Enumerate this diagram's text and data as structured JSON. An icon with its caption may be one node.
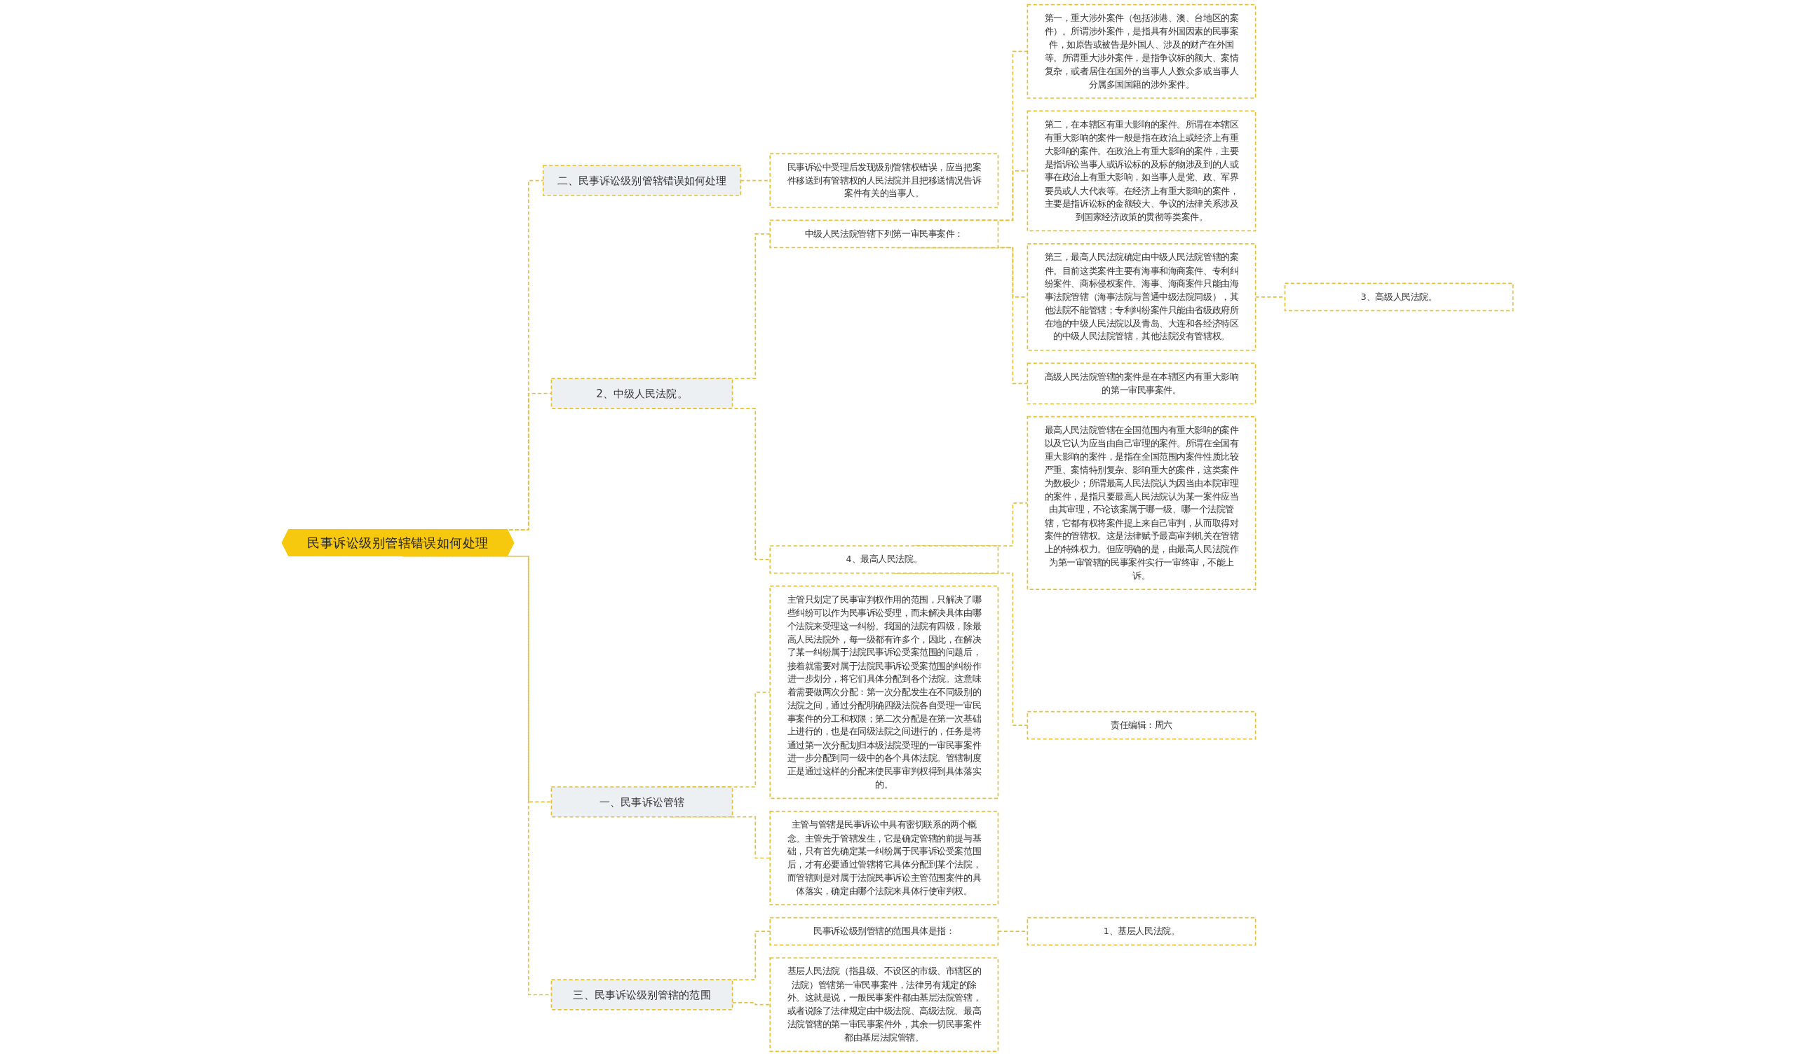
{
  "diagram": {
    "nodes": [
      {
        "text": [
          "民事诉讼级别管辖错误如何处理"
        ]
      },
      {
        "text": [
          "二、民事诉讼级别管辖错误如何处理"
        ]
      },
      {
        "text": [
          "民事诉讼中受理后发现级别管辖权错误，应当把案件移送到有管辖权的人民法院并且把移送情况告诉案件有关的当事人。"
        ]
      },
      {
        "text": [
          "2、中级人民法院。"
        ]
      },
      {
        "text": [
          "中级人民法院管辖下列第一审民事案件："
        ]
      },
      {
        "text": [
          "第一，重大涉外案件（包括涉港、澳、台地区的案件）。所谓涉外案件，是指具有外国因素的民事案件，如原告或被告是外国人、涉及的财产在外国等。所谓重大涉外案件，是指争议标的额大、案情复杂，或者居住在国外的当事人人数众多或当事人分属多国国籍的涉外案件。"
        ]
      },
      {
        "text": [
          "第二，在本辖区有重大影响的案件。所谓在本辖区有重大影响的案件一般是指在政治上或经济上有重大影响的案件。在政治上有重大影响的案件，主要是指诉讼当事人或诉讼标的及标的物涉及到的人或事在政治上有重大影响，如当事人是党、政、军界要员或人大代表等。在经济上有重大影响的案件，主要是指诉讼标的金额较大、争议的法律关系涉及到国家经济政策的贯彻等类案件。"
        ]
      },
      {
        "text": [
          "第三，最高人民法院确定由中级人民法院管辖的案件。目前这类案件主要有海事和海商案件、专利纠纷案件、商标侵权案件。海事、海商案件只能由海事法院管辖（海事法院与普通中级法院同级），其他法院不能管辖；专利纠纷案件只能由省级政府所在地的中级人民法院以及青岛、大连和各经济特区的中级人民法院管辖，其他法院没有管辖权。"
        ]
      },
      {
        "text": [
          "3、高级人民法院。"
        ]
      },
      {
        "text": [
          "高级人民法院管辖的案件是在本辖区内有重大影响的第一审民事案件。"
        ]
      },
      {
        "text": [
          "4、最高人民法院。"
        ]
      },
      {
        "text": [
          "最高人民法院管辖在全国范围内有重大影响的案件以及它认为应当由自己审理的案件。所谓在全国有重大影响的案件，是指在全国范围内案件性质比较严重、案情特别复杂、影响重大的案件，这类案件为数极少；所谓最高人民法院认为因当由本院审理的案件，是指只要最高人民法院认为某一案件应当由其审理，不论该案属于哪一级、哪一个法院管辖，它都有权将案件提上来自己审判，从而取得对案件的管辖权。这是法律赋予最高审判机关在管辖上的特殊权力。但应明确的是，由最高人民法院作为第一审管辖的民事案件实行一审终审，不能上诉。"
        ]
      },
      {
        "text": [
          "责任编辑：周六"
        ]
      },
      {
        "text": [
          "一、民事诉讼管辖"
        ]
      },
      {
        "text": [
          "主管只划定了民事审判权作用的范围，只解决了哪些纠纷可以作为民事诉讼受理，而未解决具体由哪个法院来受理这一纠纷。我国的法院有四级，除最高人民法院外，每一级都有许多个，因此，在解决了某一纠纷属于法院民事诉讼受案范围的问题后，接着就需要对属于法院民事诉讼受案范围的纠纷作进一步划分，将它们具体分配到各个法院。这意味着需要做两次分配：第一次分配发生在不同级别的法院之间，通过分配明确四级法院各自受理一审民事案件的分工和权限；第二次分配是在第一次基础上进行的，也是在同级法院之间进行的，任务是将通过第一次分配划归本级法院受理的一审民事案件进一步分配到同一级中的各个具体法院。管辖制度正是通过这样的分配来使民事审判权得到具体落实的。"
        ]
      },
      {
        "text": [
          "主管与管辖是民事诉讼中具有密切联系的两个概念。主管先于管辖发生，它是确定管辖的前提与基础，只有首先确定某一纠纷属于民事诉讼受案范围后，才有必要通过管辖将它具体分配到某个法院，而管辖则是对属于法院民事诉讼主管范围案件的具体落实，确定由哪个法院来具体行使审判权。"
        ]
      },
      {
        "text": [
          "三、民事诉讼级别管辖的范围"
        ]
      },
      {
        "text": [
          "民事诉讼级别管辖的范围具体是指："
        ]
      },
      {
        "text": [
          "1、基层人民法院。"
        ]
      },
      {
        "text": [
          "基层人民法院（指县级、不设区的市级、市辖区的法院）管辖第一审民事案件，法律另有规定的除外。这就是说，一般民事案件都由基层法院管辖，或者说除了法律规定由中级法院、高级法院、最高法院管辖的第一审民事案件外，其余一切民事案件都由基层法院管辖。"
        ]
      }
    ],
    "edges": [
      {
        "from": 0,
        "to": 1,
        "arrow": "none",
        "style": "dashed"
      },
      {
        "from": 1,
        "to": 2,
        "arrow": "none",
        "style": "dashed"
      },
      {
        "from": 0,
        "to": 3,
        "arrow": "none",
        "style": "dashed"
      },
      {
        "from": 3,
        "to": 4,
        "arrow": "none",
        "style": "dashed"
      },
      {
        "from": 4,
        "to": 5,
        "arrow": "none",
        "style": "dashed"
      },
      {
        "from": 4,
        "to": 6,
        "arrow": "none",
        "style": "dashed"
      },
      {
        "from": 4,
        "to": 7,
        "arrow": "none",
        "style": "dashed"
      },
      {
        "from": 7,
        "to": 8,
        "arrow": "none",
        "style": "dashed"
      },
      {
        "from": 4,
        "to": 9,
        "arrow": "none",
        "style": "dashed"
      },
      {
        "from": 3,
        "to": 10,
        "arrow": "none",
        "style": "dashed"
      },
      {
        "from": 10,
        "to": 11,
        "arrow": "none",
        "style": "dashed"
      },
      {
        "from": 10,
        "to": 12,
        "arrow": "none",
        "style": "dashed"
      },
      {
        "from": 0,
        "to": 13,
        "arrow": "none",
        "style": "dashed"
      },
      {
        "from": 13,
        "to": 14,
        "arrow": "none",
        "style": "dashed"
      },
      {
        "from": 13,
        "to": 15,
        "arrow": "none",
        "style": "dashed"
      },
      {
        "from": 0,
        "to": 16,
        "arrow": "none",
        "style": "dashed"
      },
      {
        "from": 16,
        "to": 17,
        "arrow": "none",
        "style": "dashed"
      },
      {
        "from": 17,
        "to": 18,
        "arrow": "none",
        "style": "dashed"
      },
      {
        "from": 16,
        "to": 19,
        "arrow": "none",
        "style": "dashed"
      }
    ]
  }
}
